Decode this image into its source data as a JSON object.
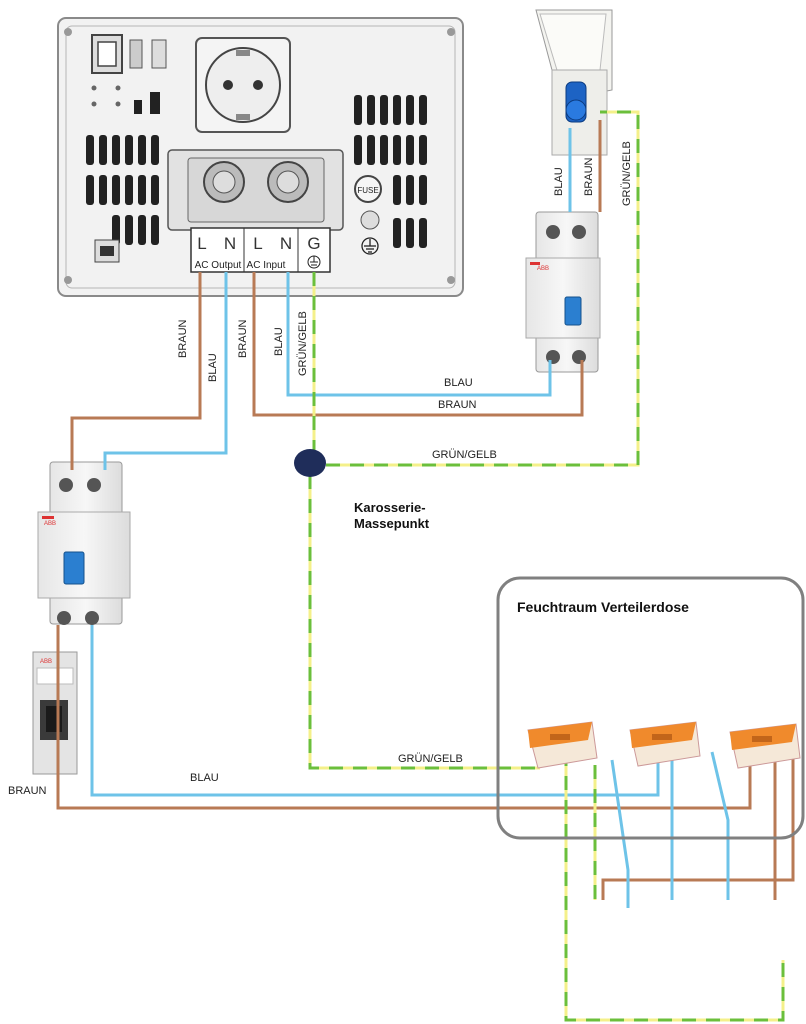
{
  "colors": {
    "brown": "#b87a55",
    "blue": "#6ec3e8",
    "earth_yellow": "#f4f08a",
    "earth_green": "#6bbf3b",
    "junction": "#1f2d5a",
    "box_border": "#808080",
    "breaker_orange": "#f08a2c"
  },
  "inverter": {
    "terminals": [
      "L",
      "N",
      "L",
      "N",
      "G"
    ],
    "ac_output_label": "AC Output",
    "ac_input_label": "AC Input",
    "fuse_label": "FUSE"
  },
  "labels": {
    "braun": "BRAUN",
    "blau": "BLAU",
    "gruen_gelb": "GRÜN/GELB"
  },
  "ground_point": {
    "line1": "Karosserie-",
    "line2": "Massepunkt"
  },
  "junction_box": {
    "title": "Feuchtraum Verteilerdose"
  },
  "rcd_brand": "ABB",
  "icons": [
    "inverter-device",
    "schuko-socket",
    "cee-inlet",
    "rcd-breaker",
    "mcb-breaker",
    "wago-connector",
    "earth-symbol"
  ]
}
